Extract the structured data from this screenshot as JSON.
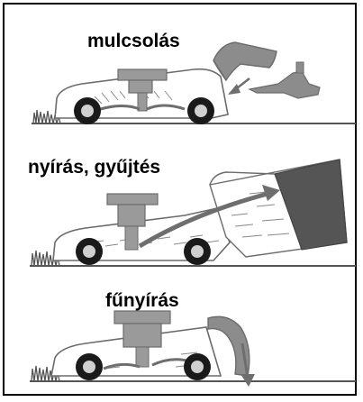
{
  "panels": [
    {
      "label": "mulcsolás"
    },
    {
      "label": "nyírás, gyűjtés"
    },
    {
      "label": "fűnyírás"
    }
  ],
  "colors": {
    "stroke": "#6b6b6b",
    "body_fill": "#ffffff",
    "engine_fill": "#9a9a9a",
    "wheel_tire": "#1a1a1a",
    "wheel_hub": "#d0d0d0",
    "grass": "#555555",
    "arrow": "#6e6e6e",
    "bag_fill": "#555555",
    "mulch_plug_fill": "#8c8c8c"
  },
  "icons": [
    "mower-icon",
    "mulch-plug-icon",
    "grass-bag-icon",
    "rear-deflector-icon",
    "airflow-arrow-icon",
    "grass-icon"
  ]
}
